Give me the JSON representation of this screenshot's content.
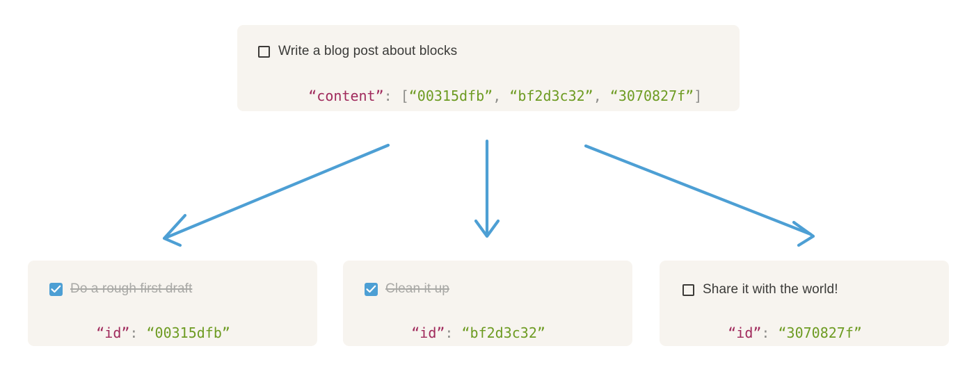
{
  "page": {
    "background": "#ffffff",
    "card_background": "#f7f4ef",
    "accent_blue": "#4d9fd4",
    "key_color": "#a02a5c",
    "value_color": "#6d9b22",
    "punct_color": "#8d8d8a",
    "text_color": "#3a3a38",
    "done_text_color": "#a9a9a6"
  },
  "parent_card": {
    "name": "parent-block",
    "checkbox_state": "unchecked",
    "title": "Write a blog post about blocks",
    "json": {
      "key": "“content”",
      "colon": ": ",
      "open_bracket": "[",
      "values": [
        "“00315dfb”",
        "“bf2d3c32”",
        "“3070827f”"
      ],
      "separator": ", ",
      "close_bracket": "]"
    }
  },
  "child_cards": [
    {
      "name": "child-block-1",
      "checkbox_state": "checked",
      "title": "Do a rough first draft",
      "done": true,
      "json": {
        "key": "“id”",
        "colon": ": ",
        "value": "“00315dfb”"
      }
    },
    {
      "name": "child-block-2",
      "checkbox_state": "checked",
      "title": "Clean it up",
      "done": true,
      "json": {
        "key": "“id”",
        "colon": ": ",
        "value": "“bf2d3c32”"
      }
    },
    {
      "name": "child-block-3",
      "checkbox_state": "unchecked",
      "title": "Share it with the world!",
      "done": false,
      "json": {
        "key": "“id”",
        "colon": ": ",
        "value": "“3070827f”"
      }
    }
  ],
  "arrows": [
    {
      "name": "arrow-to-child-1",
      "direction": "down-left",
      "color": "#4d9fd4"
    },
    {
      "name": "arrow-to-child-2",
      "direction": "down",
      "color": "#4d9fd4"
    },
    {
      "name": "arrow-to-child-3",
      "direction": "down-right",
      "color": "#4d9fd4"
    }
  ]
}
